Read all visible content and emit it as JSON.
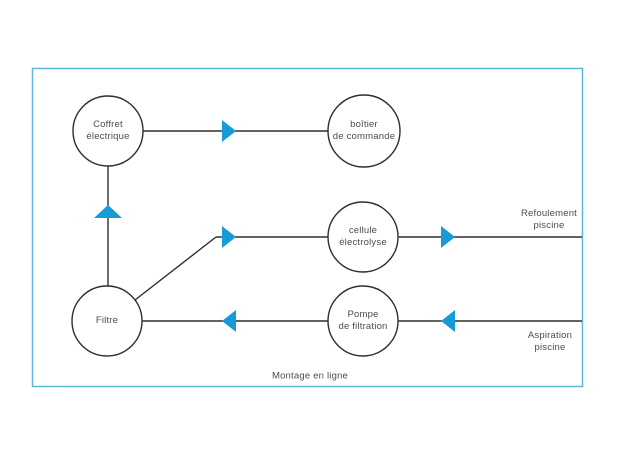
{
  "diagram": {
    "caption": "Montage en ligne",
    "nodes": {
      "coffret": {
        "label": "Coffret\nélectrique"
      },
      "boitier": {
        "label": "boîtier\nde commande"
      },
      "cellule": {
        "label": "cellule\nélectrolyse"
      },
      "pompe": {
        "label": "Pompe\nde filtration"
      },
      "filtre": {
        "label": "Filtre"
      }
    },
    "external_labels": {
      "refoulement": "Refoulement\npiscine",
      "aspiration": "Aspiration\npiscine"
    },
    "icons": {
      "flow_arrows": [
        "arrow-right-icon",
        "arrow-up-icon",
        "arrow-right-icon",
        "arrow-right-icon",
        "arrow-left-icon",
        "arrow-left-icon"
      ]
    },
    "colors": {
      "arrow_blue": "#179bd7",
      "frame_blue": "#5cb8da",
      "line_dark": "#2e2e2e",
      "text_gray": "#4c4c4c"
    }
  }
}
